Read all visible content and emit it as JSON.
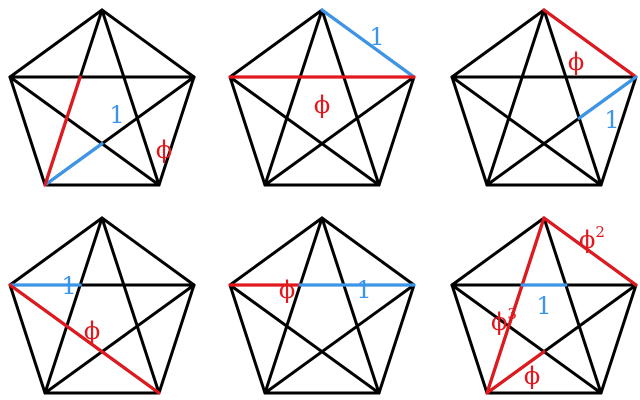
{
  "colors": {
    "line": "#000000",
    "red": "#e0191f",
    "blue": "#3b95e8"
  },
  "panels": [
    {
      "name": "panel-1",
      "highlights": [
        {
          "from": "P3",
          "to": "X35",
          "color": "blue"
        },
        {
          "from": "P3",
          "to": "X14",
          "color": "red"
        }
      ],
      "labels": [
        {
          "text": "1",
          "color": "blue",
          "anchor": "blue-1"
        },
        {
          "text": "ϕ",
          "color": "red",
          "anchor": "red-1"
        }
      ]
    },
    {
      "name": "panel-2",
      "highlights": [
        {
          "from": "P1",
          "to": "P0",
          "color": "blue"
        },
        {
          "from": "P4",
          "to": "P1",
          "color": "red"
        }
      ],
      "labels": [
        {
          "text": "1",
          "color": "blue",
          "anchor": "blue-2"
        },
        {
          "text": "ϕ",
          "color": "red",
          "anchor": "red-2"
        }
      ]
    },
    {
      "name": "panel-3",
      "highlights": [
        {
          "from": "P0",
          "to": "P1",
          "color": "red"
        },
        {
          "from": "P1",
          "to": "X13",
          "color": "blue"
        }
      ],
      "labels": [
        {
          "text": "ϕ",
          "color": "red",
          "anchor": "red-3"
        },
        {
          "text": "1",
          "color": "blue",
          "anchor": "blue-3"
        }
      ]
    },
    {
      "name": "panel-4",
      "highlights": [
        {
          "from": "P4",
          "to": "X14",
          "color": "blue"
        },
        {
          "from": "P4",
          "to": "P2",
          "color": "red"
        }
      ],
      "labels": [
        {
          "text": "1",
          "color": "blue",
          "anchor": "blue-4"
        },
        {
          "text": "ϕ",
          "color": "red",
          "anchor": "red-4"
        }
      ]
    },
    {
      "name": "panel-5",
      "highlights": [
        {
          "from": "P4",
          "to": "X14",
          "color": "red"
        },
        {
          "from": "X14",
          "to": "P1",
          "color": "blue"
        }
      ],
      "labels": [
        {
          "text": "ϕ",
          "color": "red",
          "anchor": "red-5"
        },
        {
          "text": "1",
          "color": "blue",
          "anchor": "blue-5"
        }
      ]
    },
    {
      "name": "panel-6",
      "highlights": [
        {
          "from": "P0",
          "to": "P1",
          "color": "red"
        },
        {
          "from": "P0",
          "to": "P3",
          "color": "red"
        },
        {
          "from": "P3",
          "to": "X35",
          "color": "red"
        },
        {
          "from": "X14",
          "to": "X04",
          "color": "blue"
        }
      ],
      "labels": [
        {
          "text": "ϕ",
          "sup": "2",
          "color": "red",
          "anchor": "red-6a"
        },
        {
          "text": "ϕ",
          "sup": "3",
          "color": "red",
          "anchor": "red-6b"
        },
        {
          "text": "1",
          "color": "blue",
          "anchor": "blue-6"
        },
        {
          "text": "ϕ",
          "color": "red",
          "anchor": "red-6c"
        }
      ]
    }
  ]
}
